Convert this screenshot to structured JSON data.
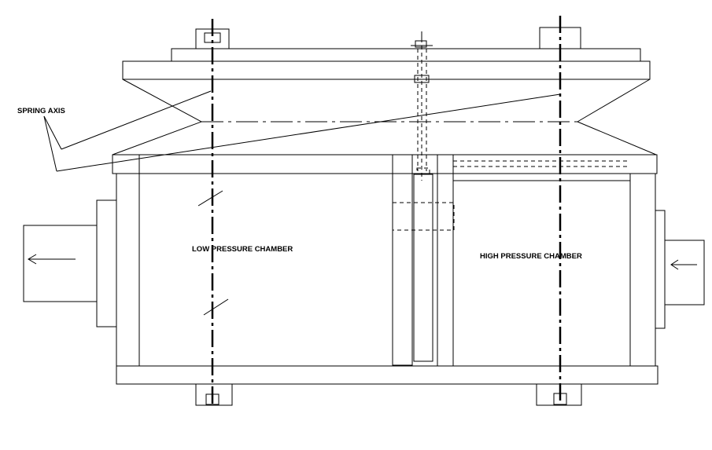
{
  "labels": {
    "spring_axis": "SPRING AXIS",
    "low_pressure_chamber": "LOW PRESSURE CHAMBER",
    "high_pressure_chamber": "HIGH PRESSURE CHAMBER"
  },
  "colors": {
    "line": "#000000",
    "background": "#ffffff"
  }
}
